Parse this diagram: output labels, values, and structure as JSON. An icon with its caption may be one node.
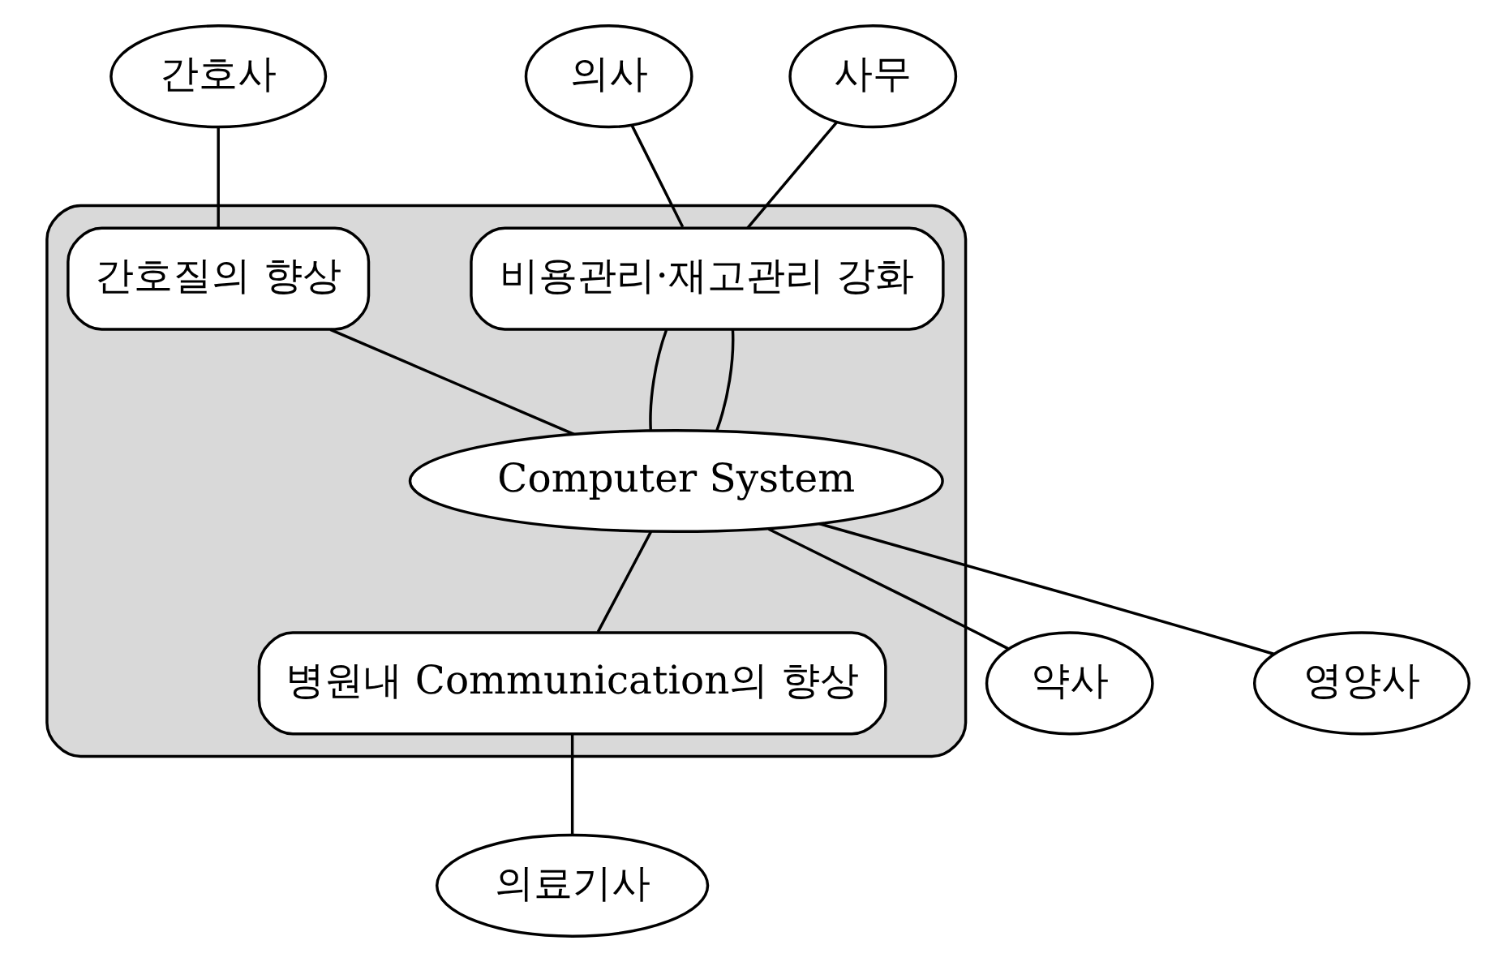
{
  "diagram": {
    "nodes": [
      {
        "text": [],
        "shape": "ellipse"
      },
      {
        "text": [
          "간호사"
        ]
      },
      {
        "text": [
          "의사"
        ]
      },
      {
        "text": [
          "간호질의 향상"
        ],
        "in": 0
      },
      {
        "text": [
          "비용관리·재고관리 강화"
        ],
        "in": 0
      },
      {
        "text": [
          "사무"
        ]
      },
      {
        "text": [
          "Computer System"
        ],
        "in": 0
      },
      {
        "text": [
          "약사"
        ]
      },
      {
        "text": [
          "병원내 Communication의 향상"
        ],
        "in": 0
      },
      {
        "text": [
          "영양사"
        ]
      },
      {
        "text": [
          "의료기사"
        ]
      }
    ],
    "edges": [
      {
        "from": 1,
        "to": 3,
        "arrow": "none"
      },
      {
        "from": 3,
        "to": 6,
        "arrow": "none"
      },
      {
        "from": 2,
        "to": 4,
        "arrow": "none"
      },
      {
        "from": 4,
        "to": 6,
        "arrow": "none"
      },
      {
        "from": 5,
        "to": 4,
        "arrow": "none"
      },
      {
        "from": 4,
        "to": 6,
        "arrow": "none"
      },
      {
        "from": 6,
        "to": 7,
        "arrow": "none"
      },
      {
        "from": 6,
        "to": 8,
        "arrow": "none"
      },
      {
        "from": 8,
        "to": 10,
        "arrow": "none"
      },
      {
        "from": 6,
        "to": 9,
        "arrow": "none"
      }
    ]
  }
}
